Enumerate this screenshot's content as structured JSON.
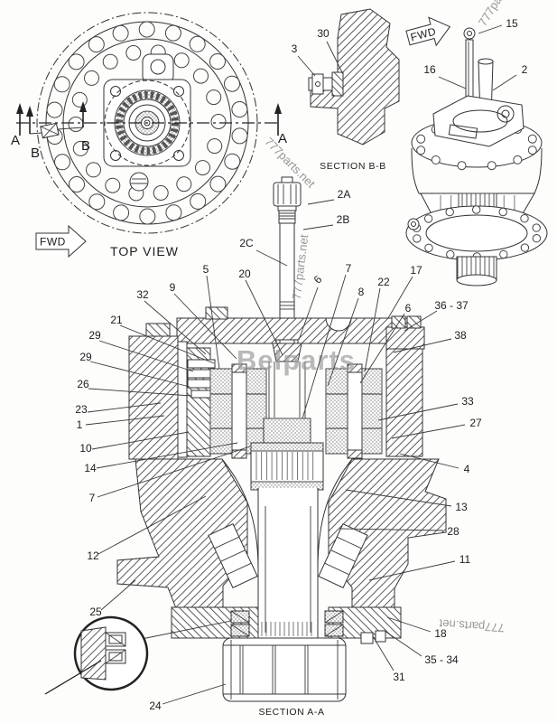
{
  "watermarks": {
    "brand": "Belparts",
    "site": "777parts.net"
  },
  "top_view": {
    "title": "TOP VIEW",
    "fwd_label": "FWD",
    "section_a": "A",
    "section_b": "B"
  },
  "section_bb": {
    "title": "SECTION B-B",
    "callouts": [
      {
        "t": "3"
      },
      {
        "t": "30"
      }
    ]
  },
  "iso_view": {
    "fwd_label": "FWD",
    "callouts": [
      {
        "t": "15"
      },
      {
        "t": "16"
      },
      {
        "t": "2"
      }
    ]
  },
  "dipstick_callouts": [
    {
      "t": "2A"
    },
    {
      "t": "2B"
    },
    {
      "t": "2C"
    }
  ],
  "section_aa": {
    "title": "SECTION A-A",
    "callouts": [
      {
        "t": "5"
      },
      {
        "t": "20"
      },
      {
        "t": "32"
      },
      {
        "t": "9"
      },
      {
        "t": "21"
      },
      {
        "t": "29"
      },
      {
        "t": "29"
      },
      {
        "t": "26"
      },
      {
        "t": "23"
      },
      {
        "t": "1"
      },
      {
        "t": "10"
      },
      {
        "t": "14"
      },
      {
        "t": "7"
      },
      {
        "t": "12"
      },
      {
        "t": "25"
      },
      {
        "t": "24"
      },
      {
        "t": "6"
      },
      {
        "t": "7"
      },
      {
        "t": "8"
      },
      {
        "t": "22"
      },
      {
        "t": "17"
      },
      {
        "t": "6"
      },
      {
        "t": "36 - 37"
      },
      {
        "t": "38"
      },
      {
        "t": "33"
      },
      {
        "t": "27"
      },
      {
        "t": "4"
      },
      {
        "t": "13"
      },
      {
        "t": "28"
      },
      {
        "t": "11"
      },
      {
        "t": "18"
      },
      {
        "t": "35 - 34"
      },
      {
        "t": "31"
      }
    ]
  }
}
